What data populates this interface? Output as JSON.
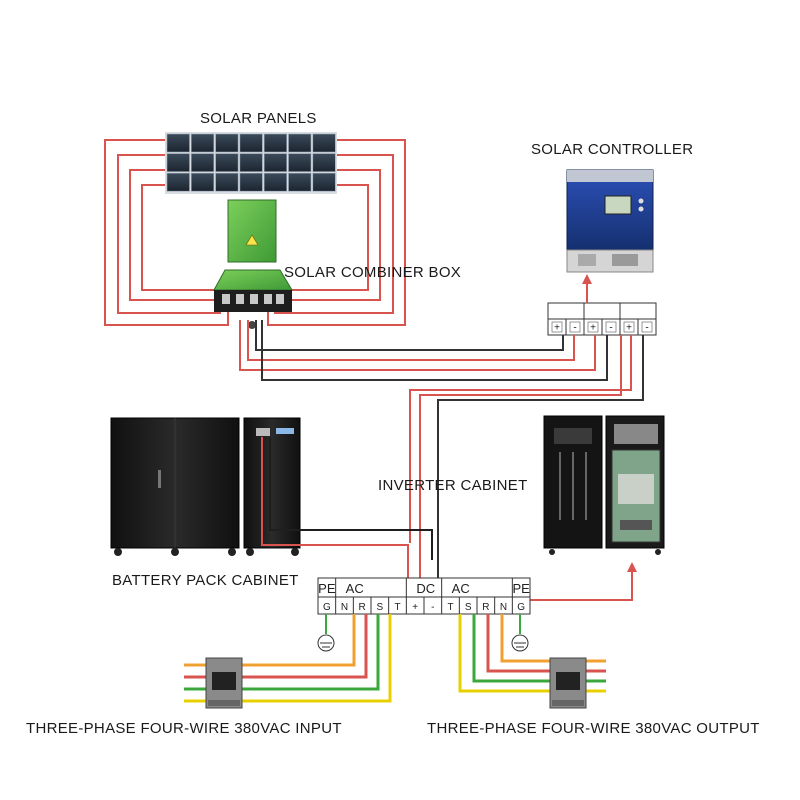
{
  "labels": {
    "solar_panels": "SOLAR PANELS",
    "solar_controller": "SOLAR CONTROLLER",
    "combiner_box": "SOLAR COMBINER BOX",
    "inverter_cabinet": "INVERTER CABINET",
    "battery_cabinet": "BATTERY PACK CABINET",
    "input": "THREE-PHASE FOUR-WIRE 380VAC INPUT",
    "output": "THREE-PHASE FOUR-WIRE 380VAC OUTPUT"
  },
  "controller_terminals": [
    "+",
    "-",
    "+",
    "-",
    "+",
    "-"
  ],
  "inverter_terminal_block": {
    "headers": [
      "PE",
      "AC",
      "DC",
      "AC",
      "PE"
    ],
    "terminals": [
      "G",
      "N",
      "R",
      "S",
      "T",
      "+",
      "-",
      "T",
      "S",
      "R",
      "N",
      "G"
    ]
  },
  "colors": {
    "red_wire": "#d9534f",
    "black_wire": "#333333",
    "orange_wire": "#f0a030",
    "green_wire": "#3aa83a",
    "yellow_wire": "#e8d000",
    "controller_blue": "#1f3f9a",
    "combiner_green": "#5cb85c"
  }
}
